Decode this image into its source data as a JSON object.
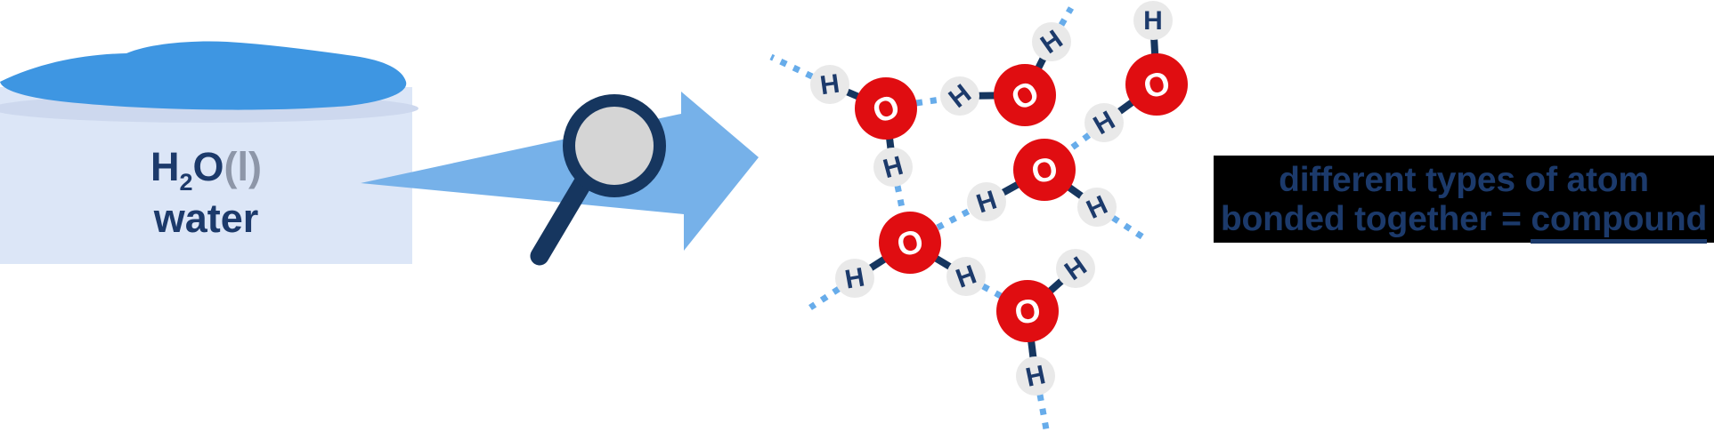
{
  "palette": {
    "navy": "#16365f",
    "text_navy": "#1c3a6b",
    "red": "#e00d11",
    "hydrogen_gray": "#e9e9e9",
    "lens_gray": "#d5d5d5",
    "water_blue": "#3e96e2",
    "water_shadow": "#cdd8ee",
    "beaker_fill": "#dce6f7",
    "arrow_blue": "#76b1e9",
    "hbond_blue": "#67acea",
    "state_gray": "#8d96a8",
    "caption_bg": "#000000",
    "white": "#ffffff"
  },
  "beaker": {
    "formula": {
      "h": "H",
      "sub": "2",
      "o": "O",
      "state": "(l)"
    },
    "label": "water"
  },
  "molecule_labels": {
    "oxygen": "O",
    "hydrogen": "H"
  },
  "molecules": [
    {
      "o": [
        995,
        122
      ],
      "o_tilt": -20,
      "h": [
        [
          932,
          95
        ],
        [
          1003,
          188
        ]
      ],
      "h_tilts": [
        -8,
        -15
      ]
    },
    {
      "o": [
        1151,
        107
      ],
      "o_tilt": -28,
      "h": [
        [
          1078,
          108
        ],
        [
          1181,
          47
        ]
      ],
      "h_tilts": [
        -38,
        -35
      ]
    },
    {
      "o": [
        1299,
        95
      ],
      "o_tilt": -15,
      "h": [
        [
          1295,
          23
        ],
        [
          1240,
          138
        ]
      ],
      "h_tilts": [
        0,
        -30
      ]
    },
    {
      "o": [
        1173,
        191
      ],
      "o_tilt": -12,
      "h": [
        [
          1108,
          227
        ],
        [
          1232,
          233
        ]
      ],
      "h_tilts": [
        -18,
        -25
      ]
    },
    {
      "o": [
        1022,
        273
      ],
      "o_tilt": -15,
      "h": [
        [
          960,
          313
        ],
        [
          1085,
          311
        ]
      ],
      "h_tilts": [
        -10,
        -20
      ]
    },
    {
      "o": [
        1154,
        350
      ],
      "o_tilt": -10,
      "h": [
        [
          1208,
          302
        ],
        [
          1163,
          423
        ]
      ],
      "h_tilts": [
        -35,
        -12
      ]
    }
  ],
  "hydrogen_bonds": [
    [
      1029,
      116,
      1056,
      112
    ],
    [
      1008,
      209,
      1014,
      239
    ],
    [
      1053,
      256,
      1089,
      237
    ],
    [
      1223,
      152,
      1200,
      169
    ],
    [
      1104,
      322,
      1124,
      333
    ],
    [
      912,
      86,
      866,
      64
    ],
    [
      1192,
      28,
      1203,
      9
    ],
    [
      1250,
      245,
      1287,
      269
    ],
    [
      942,
      325,
      910,
      346
    ],
    [
      1168,
      444,
      1175,
      483
    ]
  ],
  "caption": {
    "line1": "different types of atom",
    "line2_prefix": "bonded together = ",
    "line2_emphasis": "compound"
  }
}
